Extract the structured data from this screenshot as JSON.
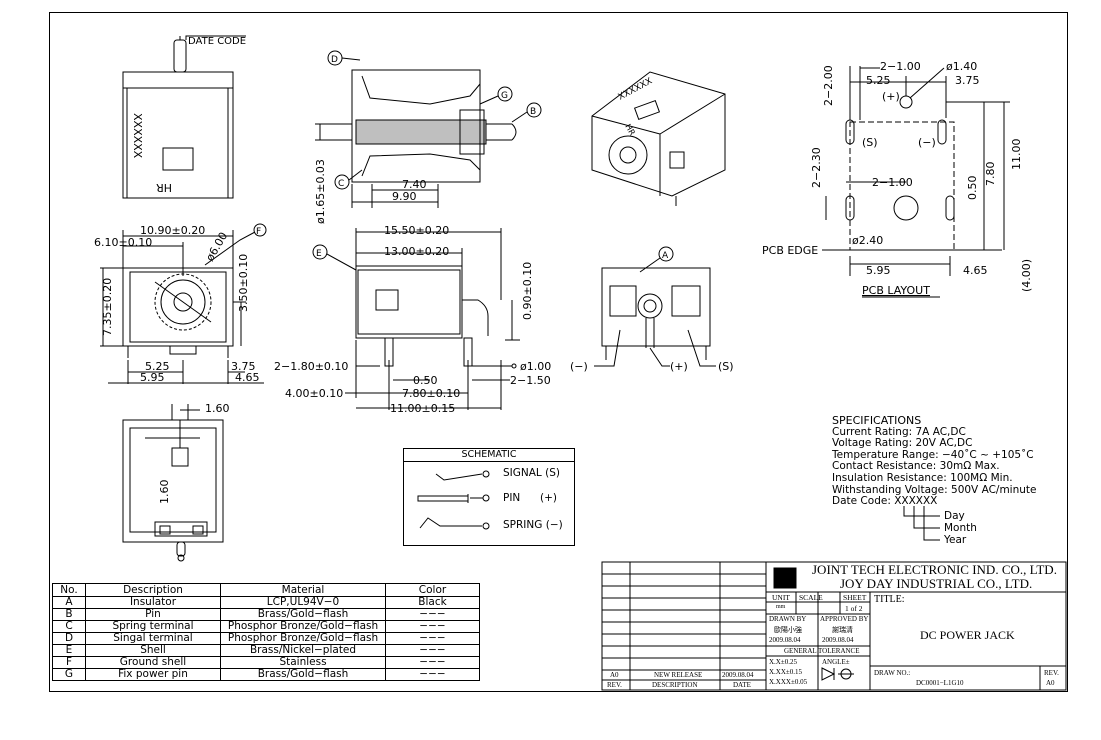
{
  "labels": {
    "date_code": "DATE CODE",
    "side_marking": "XXXXXX",
    "hr_mark": "HR",
    "letter_a": "A",
    "letter_b": "B",
    "letter_c": "C",
    "letter_d": "D",
    "letter_e": "E",
    "letter_f": "F",
    "letter_g": "G",
    "minus": "(−)",
    "plus": "(+)",
    "s": "(S)"
  },
  "dimensions": {
    "d_10_90": "10.90±0.20",
    "d_6_10": "6.10±0.10",
    "d_phi_6": "ø6.00",
    "d_3_50": "3.50±0.10",
    "d_7_35": "7.35±0.20",
    "d_5_25": "5.25",
    "d_3_75": "3.75",
    "d_5_95": "5.95",
    "d_4_65": "4.65",
    "d_1_60": "1.60",
    "d_1_60b": "1.60",
    "d_phi_1_65": "ø1.65±0.03",
    "d_7_40": "7.40",
    "d_9_90": "9.90",
    "d_15_50": "15.50±0.20",
    "d_13_00": "13.00±0.20",
    "d_0_90": "0.90±0.10",
    "d_2_1_80": "2−1.80±0.10",
    "d_0_50": "0.50",
    "d_phi_1_00": "ø1.00",
    "d_2_1_50": "2−1.50",
    "d_4_00": "4.00±0.10",
    "d_7_80": "7.80±0.10",
    "d_11_00": "11.00±0.15",
    "p_2_1_00": "2−1.00",
    "p_phi_1_40": "ø1.40",
    "p_2_2_00": "2−2.00",
    "p_5_25": "5.25",
    "p_3_75": "3.75",
    "p_plus": "(+)",
    "p_s": "(S)",
    "p_minus": "(−)",
    "p_2_2_30": "2−2.30",
    "p_2_1_00b": "2−1.00",
    "p_0_50": "0.50",
    "p_7_80": "7.80",
    "p_11_00": "11.00",
    "p_phi_2_40": "ø2.40",
    "p_pcb_edge": "PCB EDGE",
    "p_5_95": "5.95",
    "p_4_65": "4.65",
    "p_4_00": "(4.00)",
    "p_title": "PCB LAYOUT"
  },
  "schematic": {
    "title": "SCHEMATIC",
    "signal": "SIGNAL (S)",
    "pin": "PIN",
    "pin_sign": "(+)",
    "spring": "SPRING (−)"
  },
  "specs": {
    "heading": "SPECIFICATIONS",
    "lines": [
      "Current Rating: 7A AC,DC",
      "Voltage Rating: 20V AC,DC",
      "Temperature Range: −40˚C ~ +105˚C",
      "Contact Resistance: 30mΩ Max.",
      "Insulation Resistance: 100MΩ Min.",
      "Withstanding Voltage: 500V AC/minute",
      "Date Code: XXXXXX"
    ],
    "day": "Day",
    "month": "Month",
    "year": "Year"
  },
  "materials": {
    "headers": [
      "No.",
      "Description",
      "Material",
      "Color"
    ],
    "rows": [
      [
        "A",
        "Insulator",
        "LCP,UL94V−0",
        "Black"
      ],
      [
        "B",
        "Pin",
        "Brass/Gold−flash",
        "−−−"
      ],
      [
        "C",
        "Spring terminal",
        "Phosphor Bronze/Gold−flash",
        "−−−"
      ],
      [
        "D",
        "Singal terminal",
        "Phosphor Bronze/Gold−flash",
        "−−−"
      ],
      [
        "E",
        "Shell",
        "Brass/Nickel−plated",
        "−−−"
      ],
      [
        "F",
        "Ground shell",
        "Stainless",
        "−−−"
      ],
      [
        "G",
        "Fix power pin",
        "Brass/Gold−flash",
        "−−−"
      ]
    ]
  },
  "title_block": {
    "company_en": "JOINT TECH ELECTRONIC IND. CO., LTD.",
    "company_en2": "JOY DAY INDUSTRIAL CO., LTD.",
    "unit_label": "UNIT",
    "scale_label": "SCALE",
    "sheet_label": "SHEET",
    "unit_value": "mm",
    "sheet_value": "1 of 2",
    "drawn_by_label": "DRAWN BY",
    "approved_by_label": "APPROVED BY",
    "drawn_by": "歐陽小強",
    "approved_by": "謝瑞清",
    "drawn_date": "2009.08.04",
    "approved_date": "2009.08.04",
    "general_tolerance": "GENERAL TOLERANCE",
    "tol1": "X.X±0.25",
    "tol2": "X.XX±0.15",
    "tol3": "X.XXX±0.05",
    "angle": "ANGLE±",
    "title_label": "TITLE:",
    "title": "DC POWER JACK",
    "draw_no_label": "DRAW NO.:",
    "draw_no": "DC0001−L1G10",
    "rev_label": "REV.",
    "rev_value": "A0",
    "rev_row_rev": "A0",
    "rev_row_desc": "NEW RELEASE",
    "rev_row_date": "2009.08.04",
    "rev_col": "REV.",
    "desc_col": "DESCRIPTION",
    "date_col": "DATE"
  }
}
